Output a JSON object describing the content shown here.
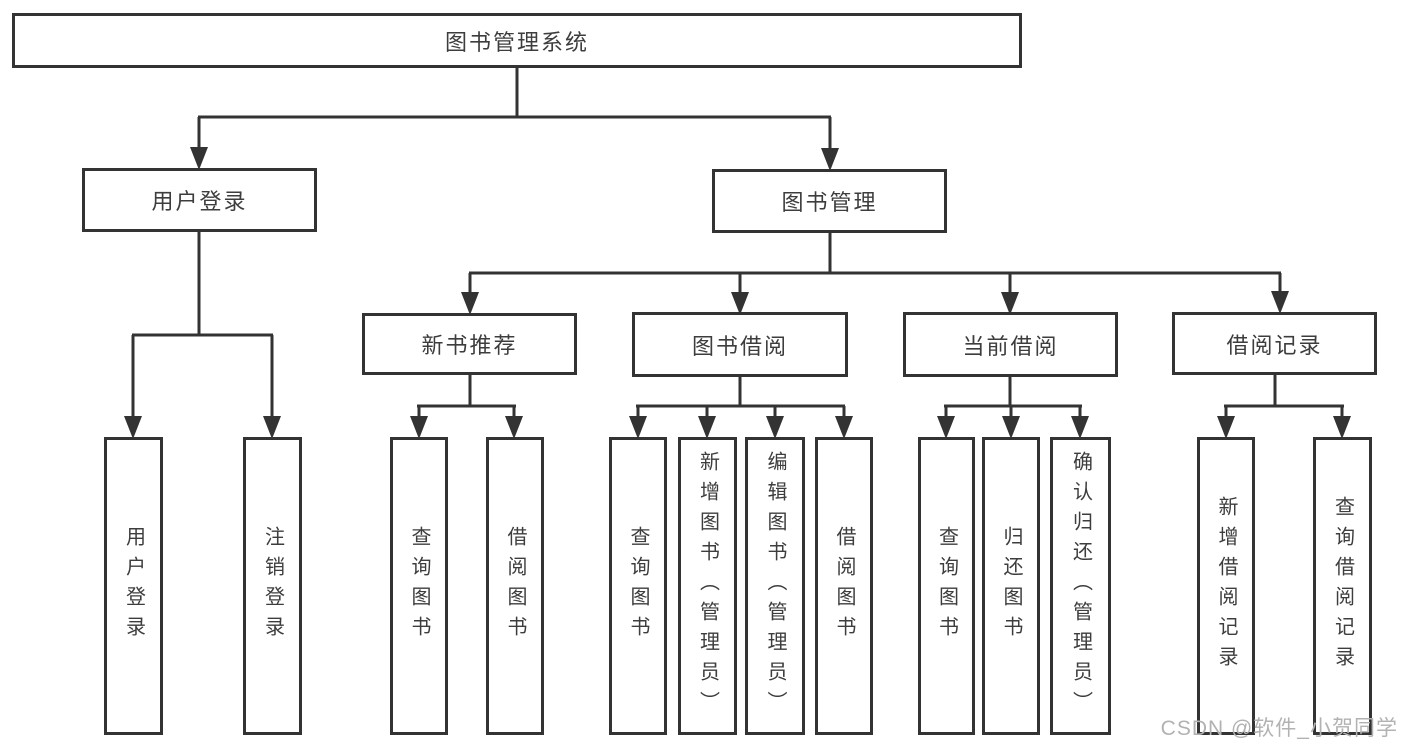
{
  "tree": {
    "root": "图书管理系统",
    "branches": [
      {
        "label": "用户登录",
        "leaves": [
          "用户登录",
          "注销登录"
        ]
      },
      {
        "label": "图书管理",
        "groups": [
          {
            "label": "新书推荐",
            "leaves": [
              "查询图书",
              "借阅图书"
            ]
          },
          {
            "label": "图书借阅",
            "leaves": [
              "查询图书",
              "新增图书（管理员）",
              "编辑图书（管理员）",
              "借阅图书"
            ]
          },
          {
            "label": "当前借阅",
            "leaves": [
              "查询图书",
              "归还图书",
              "确认归还（管理员）"
            ]
          },
          {
            "label": "借阅记录",
            "leaves": [
              "新增借阅记录",
              "查询借阅记录"
            ]
          }
        ]
      }
    ]
  },
  "watermark": "CSDN @软件_小贺同学",
  "colors": {
    "line": "#333333",
    "box_border": "#333333",
    "text": "#3d3d3d",
    "watermark": "#b2b2b2",
    "background": "#ffffff"
  }
}
